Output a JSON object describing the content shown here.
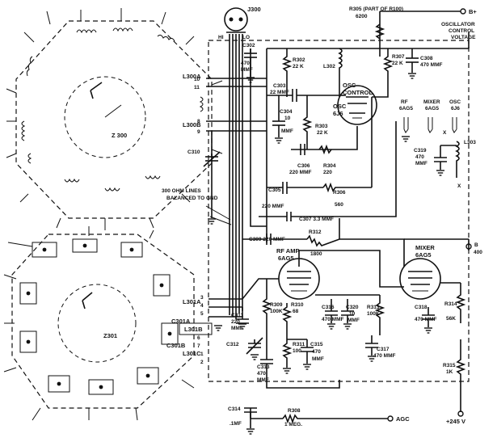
{
  "labels": {
    "j300": "J300",
    "hi": "HI",
    "lo": "LO",
    "b_plus": "B+",
    "r305_a": "R305 (PART OF R100)",
    "r305_b": "6200",
    "osc_ctrl_1": "OSCILLATOR",
    "osc_ctrl_2": "CONTROL",
    "osc_ctrl_3": "VOLTAGE",
    "c302_a": "C302",
    "c302_b": "470",
    "c302_c": "MMF",
    "r302_a": "R302",
    "r302_b": "22 K",
    "l302": "L302",
    "r307_a": "R307",
    "r307_b": "22 K",
    "c308_a": "C308",
    "c308_b": "470 MMF",
    "osc_ctrl_tube_a": "OSC",
    "osc_ctrl_tube_b": "CONTROL",
    "c303_a": "C303",
    "c303_b": "22 MMF",
    "osc_tube_a": "OSC",
    "osc_tube_b": "6J6",
    "c304_a": "C304",
    "c304_b": "10",
    "c304_c": "MMF",
    "r303_a": "R303",
    "r303_b": "22 K",
    "c306_a": "C306",
    "c306_b": "220 MMF",
    "r304_a": "R304",
    "r304_b": "220",
    "c305_a": "C305",
    "c305_b": "220 MMF",
    "r306_a": "R306",
    "r306_b": "560",
    "c307": "C307 3.3 MMF",
    "rf_a": "RF",
    "rf_b": "6AG5",
    "mixer_a": "MIXER",
    "mixer_b": "6AG5",
    "osc_a": "OSC",
    "osc_b": "6J6",
    "c319_a": "C319",
    "c319_b": "470",
    "c319_c": "MMF",
    "l303": "L303",
    "x1": "X",
    "x2": "X",
    "z300": "Z 300",
    "l300a": "L300A",
    "l300b": "L300B",
    "c310": "C310",
    "lines_a": "300 OHM LINES",
    "lines_b": "BALANCED TO GND",
    "c309": "C309  220 MMF",
    "r312_a": "R312",
    "r312_b": "1800",
    "rfamp_a": "RF AMP",
    "rfamp_b": "6AG5",
    "mixer2_a": "MIXER",
    "mixer2_b": "6AG5",
    "b400_a": "B",
    "b400_b": "400",
    "z301": "Z301",
    "l301a": "L301A",
    "c301a": "C301A",
    "l301b": "L301B",
    "c301b": "C301B",
    "l301c": "L301C",
    "c311_a": "C311",
    "c311_b": "220",
    "c311_c": "MMF",
    "c312": "C312",
    "r309_a": "R309",
    "r309_b": "100K",
    "r310_a": "R310",
    "r310_b": "68",
    "c316_a": "C316",
    "c316_b": "470 MMF",
    "c320_a": "C320",
    "c320_b": "10",
    "c320_c": "MMF",
    "r313_a": "R313",
    "r313_b": "100K",
    "c318_a": "C318",
    "c318_b": "470 MMF",
    "r314_a": "R314",
    "r314_b": "56K",
    "r311_a": "R311",
    "r311_b": "100",
    "c315_a": "C315",
    "c315_b": "470",
    "c315_c": "MMF",
    "c317_a": "C317",
    "c317_b": "470 MMF",
    "c313_a": "C313",
    "c313_b": "470",
    "c313_c": "MMF",
    "r315_a": "R315",
    "r315_b": "1K",
    "c314_a": "C314",
    "c314_b": ".1MF",
    "r308_a": "R308",
    "r308_b": "1 MEG.",
    "agc": "AGC",
    "v245": "+245 V",
    "pins": [
      "10",
      "11",
      "8",
      "9",
      "3",
      "4",
      "5",
      "6",
      "7",
      "1",
      "2"
    ]
  }
}
